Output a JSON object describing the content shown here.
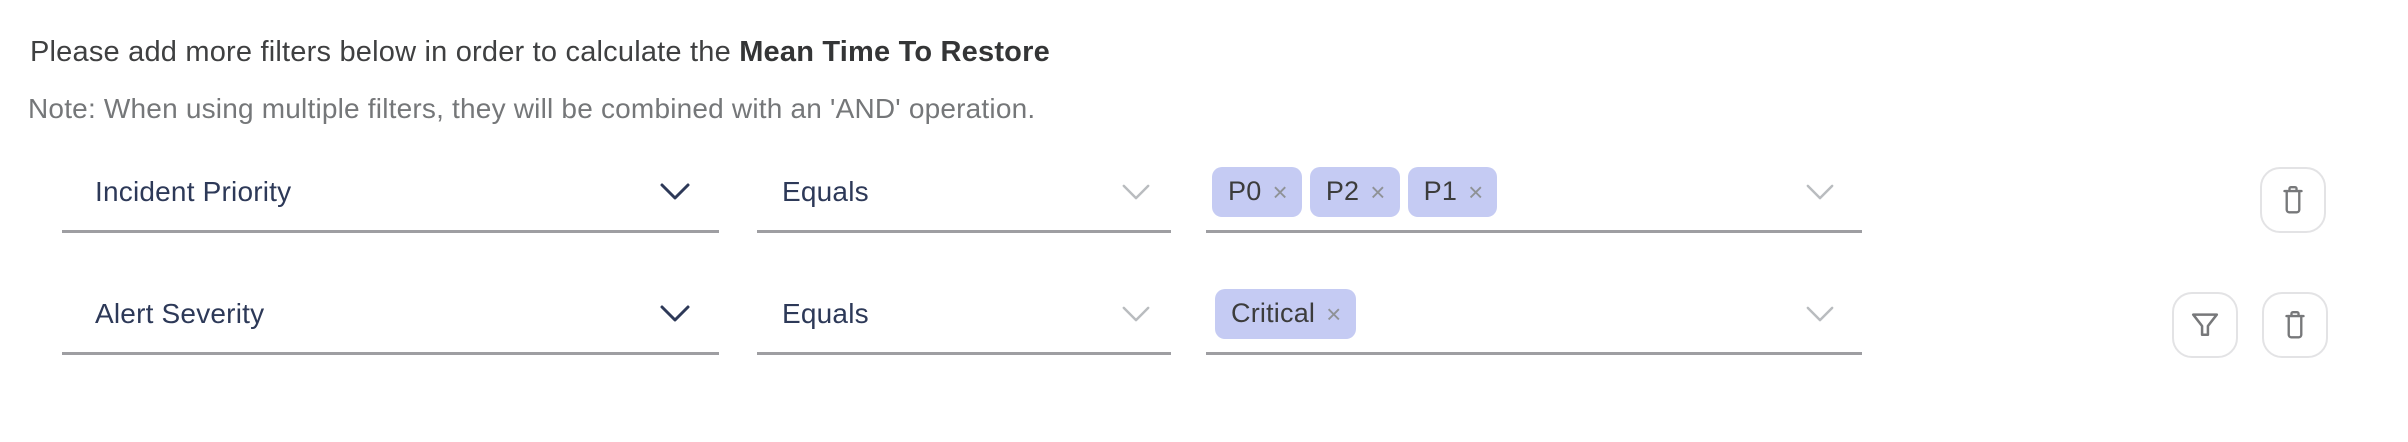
{
  "header": {
    "instruction_prefix": "Please add more filters below in order to calculate the ",
    "metric_name": "Mean Time To Restore",
    "note": "Note: When using multiple filters, they will be combined with an 'AND' operation."
  },
  "glyphs": {
    "tag_remove": "×"
  },
  "colors": {
    "field_text": "#2d3958",
    "chevron_light": "#b9bcbf",
    "underline": "#9e9ea2",
    "pill_bg": "#c5cbf3",
    "pill_text": "#3c3c3c",
    "pill_remove": "#8f9296",
    "button_border": "#e3e3e5",
    "icon_gray": "#77787a",
    "heading_text": "#3f4041",
    "note_text": "#757779"
  },
  "filters": [
    {
      "field": "Incident Priority",
      "operator": "Equals",
      "values": [
        "P0",
        "P2",
        "P1"
      ]
    },
    {
      "field": "Alert Severity",
      "operator": "Equals",
      "values": [
        "Critical"
      ]
    }
  ]
}
